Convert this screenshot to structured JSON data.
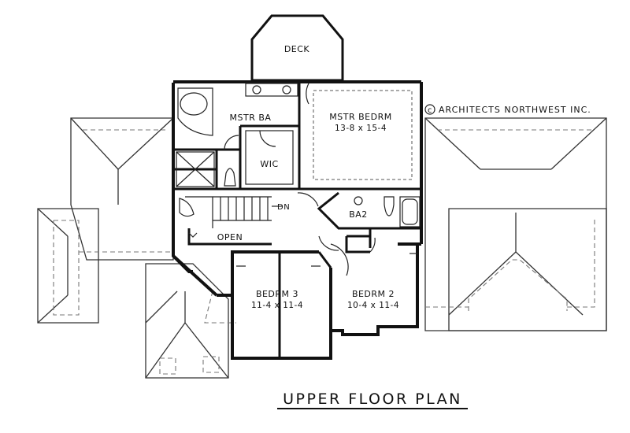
{
  "rooms": {
    "deck": "DECK",
    "mstr_ba": "MSTR BA",
    "mstr_bedrm": "MSTR BEDRM",
    "mstr_bedrm_dim": "13-8 x 15-4",
    "wic": "WIC",
    "ba2": "BA2",
    "dn": "DN",
    "open": "OPEN",
    "bedrm3": "BEDRM 3",
    "bedrm3_dim": "11-4 x 11-4",
    "bedrm2": "BEDRM 2",
    "bedrm2_dim": "10-4 x 11-4"
  },
  "copyright": {
    "symbol": "c",
    "text": "ARCHITECTS NORTHWEST INC."
  },
  "title": "UPPER FLOOR PLAN",
  "colors": {
    "ink": "#111111",
    "paper": "#ffffff"
  }
}
